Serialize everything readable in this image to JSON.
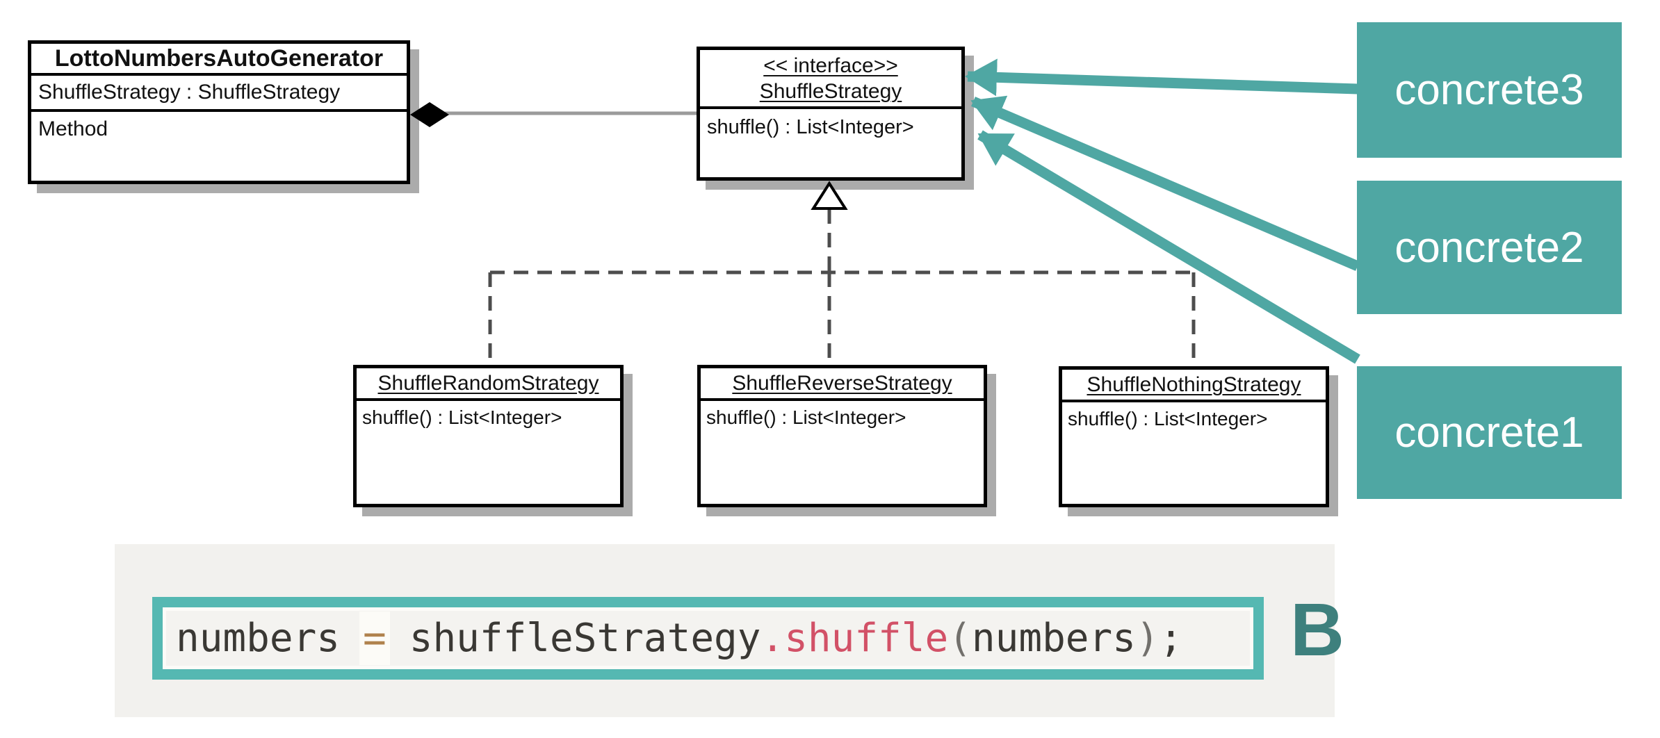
{
  "diagram": {
    "generator": {
      "title": "LottoNumbersAutoGenerator",
      "attribute": "ShuffleStrategy : ShuffleStrategy",
      "method": "Method"
    },
    "interface": {
      "stereotype": "<< interface>>",
      "name": "ShuffleStrategy",
      "method": "shuffle() : List<Integer>"
    },
    "implementations": [
      {
        "name": "ShuffleRandomStrategy",
        "method": "shuffle() : List<Integer>"
      },
      {
        "name": "ShuffleReverseStrategy",
        "method": "shuffle() : List<Integer>"
      },
      {
        "name": "ShuffleNothingStrategy",
        "method": "shuffle() : List<Integer>"
      }
    ],
    "callouts": [
      {
        "label": "concrete3"
      },
      {
        "label": "concrete2"
      },
      {
        "label": "concrete1"
      }
    ]
  },
  "code_panel": {
    "tokens": {
      "lhs": "numbers",
      "eq": "=",
      "object": "shuffleStrategy",
      "dot": ".",
      "call": "shuffle",
      "open_paren": "(",
      "arg": "numbers",
      "close_paren": ")",
      "semicolon": ";"
    },
    "marker": "B"
  },
  "colors": {
    "teal": "#4FA7A3",
    "teal_border": "#55B8B2",
    "teal_dark": "#3E807D",
    "code_red": "#D25167",
    "code_tan": "#B0824D",
    "code_text": "#3A3834",
    "shadow_gray": "#ABABAB",
    "dash_gray": "#4D4D4D",
    "assoc_gray": "#9B9B9B",
    "panel_bg": "#F2F1EE"
  }
}
